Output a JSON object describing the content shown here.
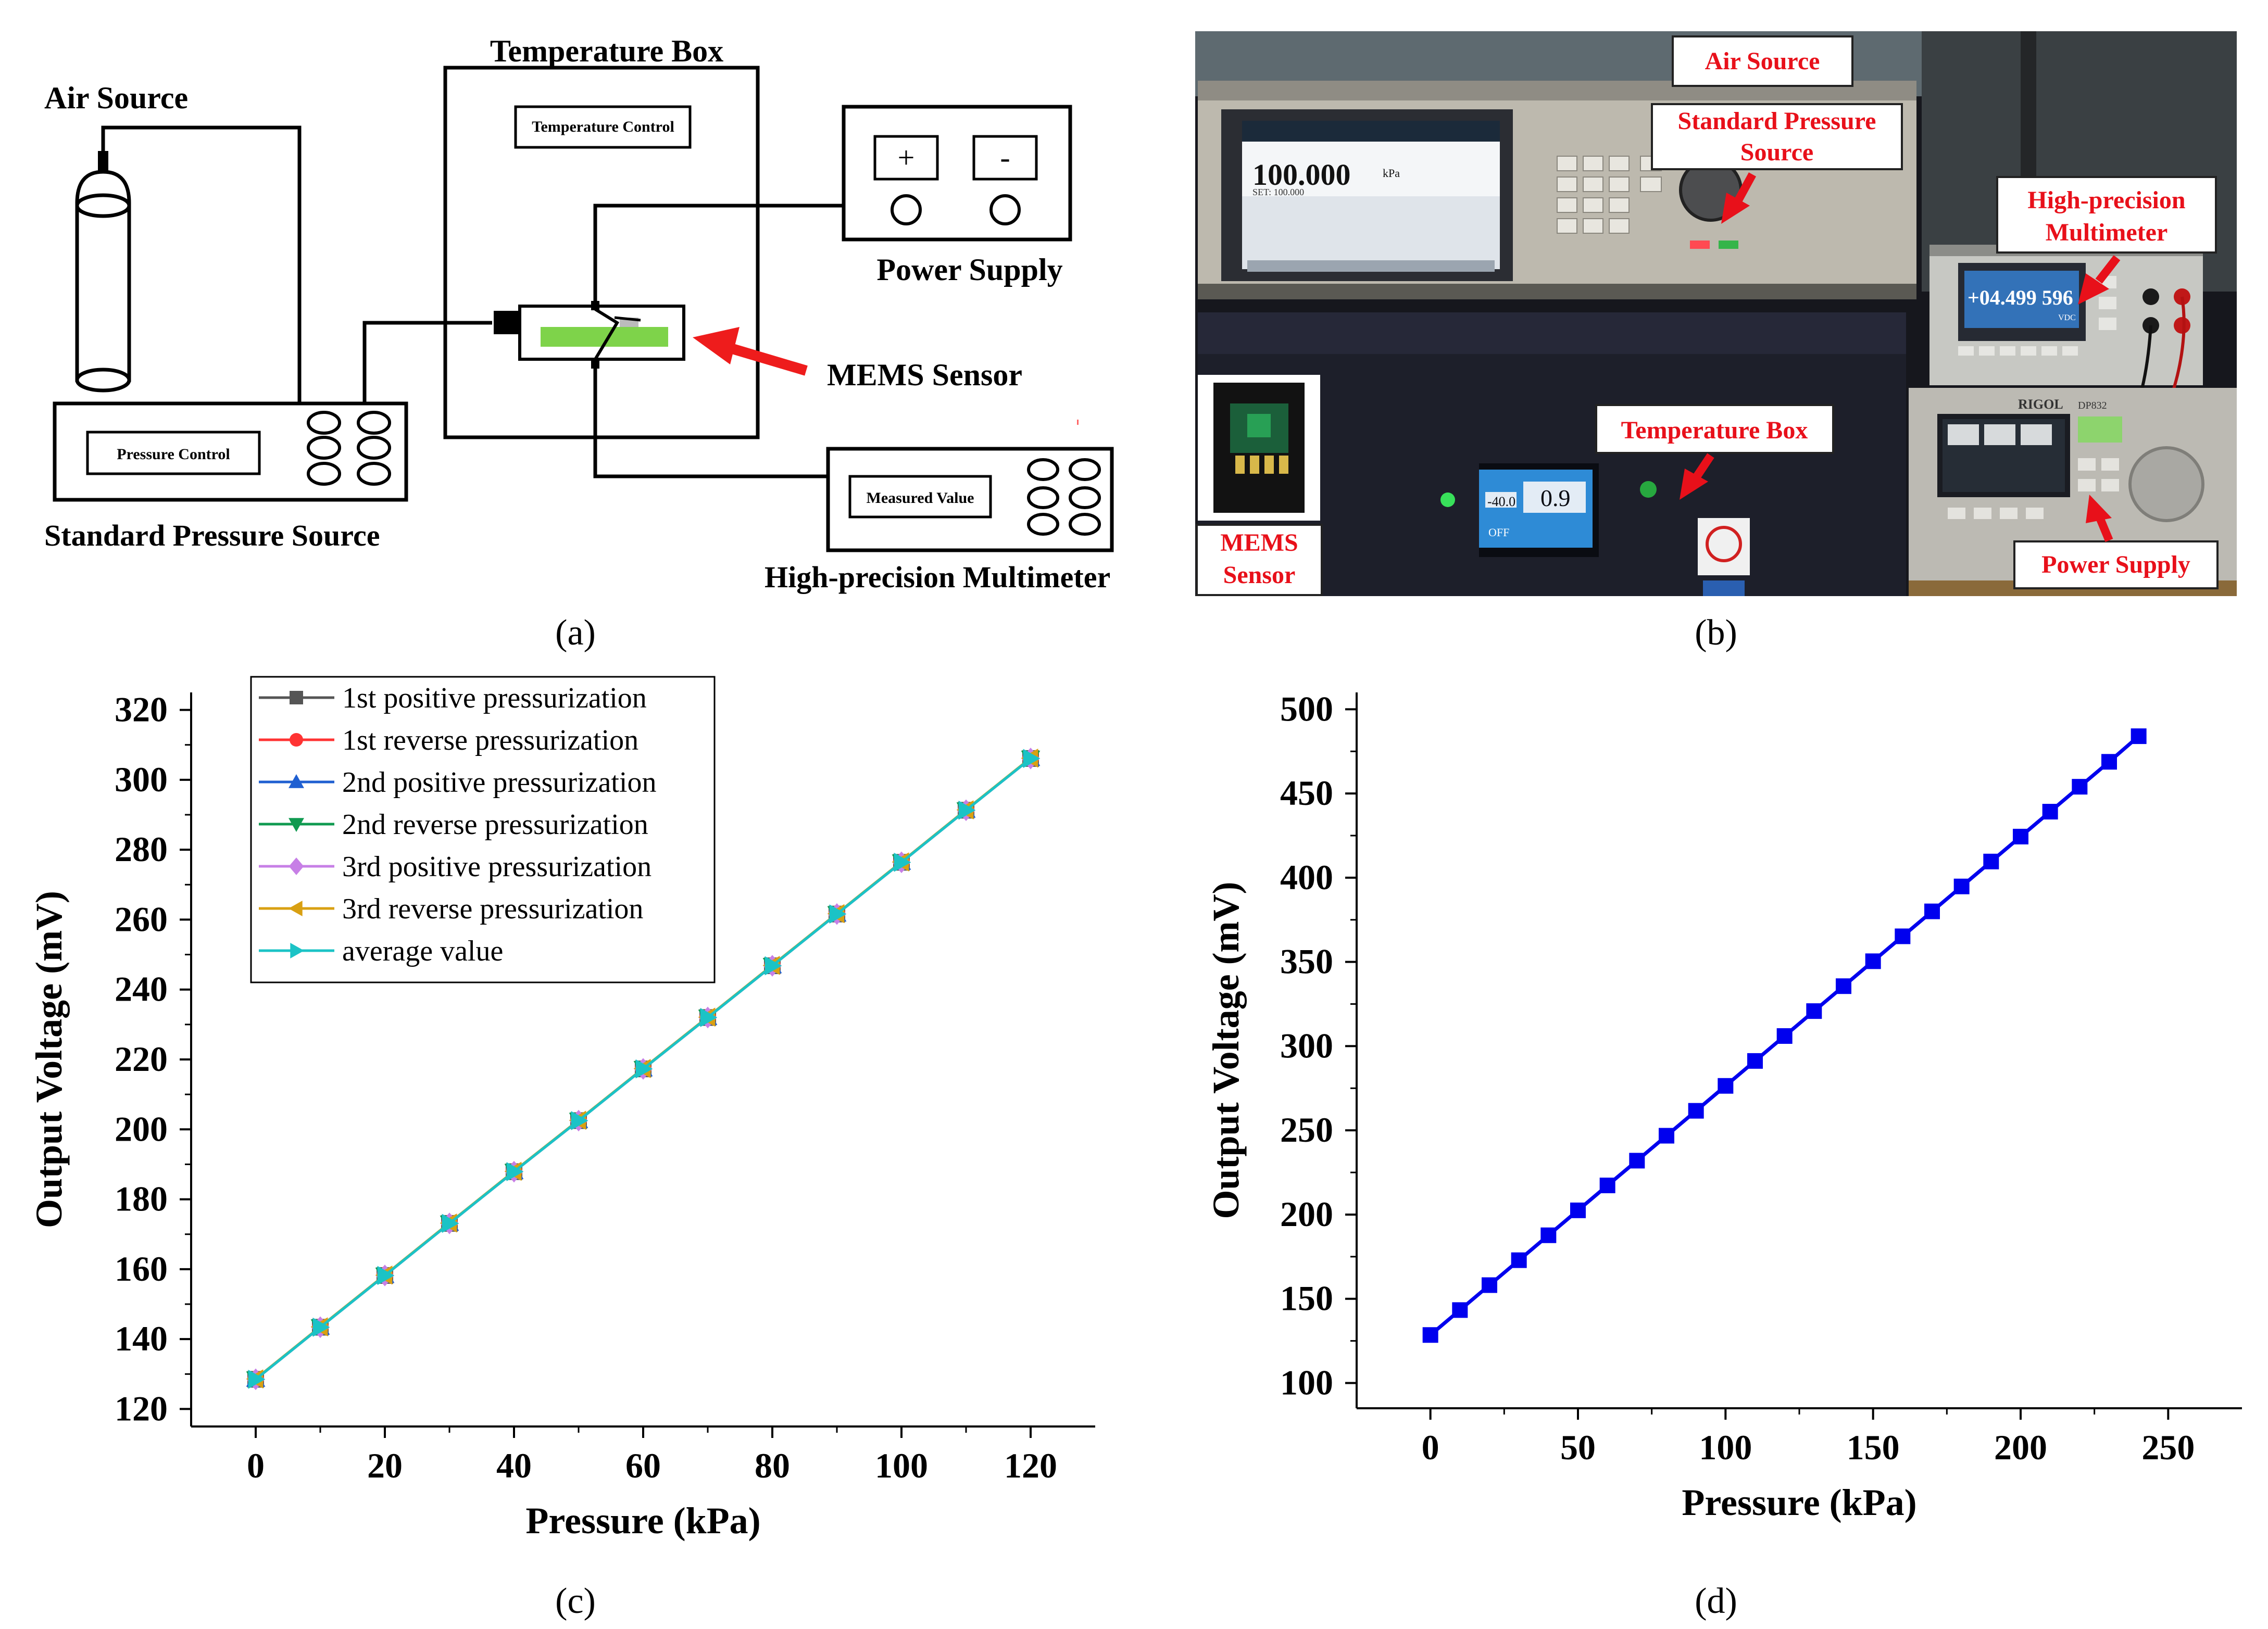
{
  "panel_labels": {
    "a": "(a)",
    "b": "(b)",
    "c": "(c)",
    "d": "(d)"
  },
  "schematic": {
    "air_source": "Air Source",
    "temperature_box": "Temperature Box",
    "temperature_control": "Temperature Control",
    "power_supply": "Power Supply",
    "plus_sign": "+",
    "minus_sign": "-",
    "mems_sensor": "MEMS Sensor",
    "pressure_control": "Pressure Control",
    "standard_pressure_source": "Standard Pressure Source",
    "measured_value": "Measured Value",
    "multimeter": "High-precision Multimeter"
  },
  "photo": {
    "labels": {
      "air_source": "Air Source",
      "standard_pressure_source_1": "Standard Pressure",
      "standard_pressure_source_2": "Source",
      "multimeter_1": "High-precision",
      "multimeter_2": "Multimeter",
      "temperature_box": "Temperature Box",
      "mems_1": "MEMS",
      "mems_2": "Sensor",
      "power_supply": "Power Supply"
    },
    "screen_texts": {
      "pressure_readout": "100.000",
      "pressure_unit": "kPa",
      "pressure_sub": "SET: 100.000",
      "multimeter_readout": "+04.499 596",
      "multimeter_unit": "VDC",
      "temp_box_readout_1": "-40.0",
      "temp_box_readout_2": "0.9",
      "temp_box_off": "OFF",
      "psu_brand": "RIGOL",
      "psu_model": "DP832"
    },
    "colors": {
      "label_text": "#e8101a",
      "arrow": "#e8101a"
    }
  },
  "chart_data": [
    {
      "id": "c",
      "type": "line",
      "title": "",
      "xlabel": "Pressure (kPa)",
      "ylabel": "Output Voltage (mV)",
      "xlim": [
        -10,
        130
      ],
      "ylim": [
        115,
        325
      ],
      "xticks": [
        0,
        20,
        40,
        60,
        80,
        100,
        120
      ],
      "yticks": [
        120,
        140,
        160,
        180,
        200,
        220,
        240,
        260,
        280,
        300,
        320
      ],
      "x": [
        0,
        10,
        20,
        30,
        40,
        50,
        60,
        70,
        80,
        90,
        100,
        110,
        120
      ],
      "legend_position": "top-left",
      "grid": false,
      "series": [
        {
          "name": "1st positive pressurization",
          "color": "#555555",
          "marker": "square",
          "values": [
            128.5,
            143.4,
            158.2,
            173.1,
            187.9,
            202.5,
            217.3,
            232.0,
            246.8,
            261.6,
            276.4,
            291.3,
            306.1
          ]
        },
        {
          "name": "1st reverse pressurization",
          "color": "#ff3333",
          "marker": "circle",
          "values": [
            128.6,
            143.5,
            158.3,
            173.2,
            188.0,
            202.6,
            217.4,
            232.1,
            246.9,
            261.7,
            276.5,
            291.4,
            306.1
          ]
        },
        {
          "name": "2nd positive pressurization",
          "color": "#1f5fd1",
          "marker": "triangle-up",
          "values": [
            128.5,
            143.4,
            158.2,
            173.1,
            187.9,
            202.5,
            217.3,
            232.0,
            246.8,
            261.6,
            276.4,
            291.3,
            306.1
          ]
        },
        {
          "name": "2nd reverse pressurization",
          "color": "#109a50",
          "marker": "triangle-down",
          "values": [
            128.6,
            143.5,
            158.3,
            173.2,
            188.0,
            202.6,
            217.4,
            232.1,
            246.9,
            261.7,
            276.5,
            291.4,
            306.2
          ]
        },
        {
          "name": "3rd positive pressurization",
          "color": "#c77fe6",
          "marker": "diamond",
          "values": [
            128.5,
            143.4,
            158.2,
            173.1,
            187.9,
            202.5,
            217.3,
            232.0,
            246.8,
            261.6,
            276.4,
            291.3,
            306.1
          ]
        },
        {
          "name": "3rd reverse pressurization",
          "color": "#d9a012",
          "marker": "triangle-left",
          "values": [
            128.6,
            143.5,
            158.3,
            173.2,
            188.0,
            202.6,
            217.4,
            232.1,
            246.9,
            261.7,
            276.5,
            291.4,
            306.2
          ]
        },
        {
          "name": "average value",
          "color": "#1bc3c6",
          "marker": "triangle-right",
          "values": [
            128.5,
            143.4,
            158.2,
            173.1,
            187.9,
            202.5,
            217.3,
            232.0,
            246.8,
            261.6,
            276.4,
            291.3,
            306.1
          ]
        }
      ]
    },
    {
      "id": "d",
      "type": "line",
      "title": "",
      "xlabel": "Pressure (kPa)",
      "ylabel": "Output Voltage (mV)",
      "xlim": [
        -25,
        275
      ],
      "ylim": [
        85,
        510
      ],
      "xticks": [
        0,
        50,
        100,
        150,
        200,
        250
      ],
      "yticks": [
        100,
        150,
        200,
        250,
        300,
        350,
        400,
        450,
        500
      ],
      "x": [
        0,
        10,
        20,
        30,
        40,
        50,
        60,
        70,
        80,
        90,
        100,
        110,
        120,
        130,
        140,
        150,
        160,
        170,
        180,
        190,
        200,
        210,
        220,
        230,
        240
      ],
      "grid": false,
      "series": [
        {
          "color": "#0000ee",
          "marker": "square",
          "values": [
            128.5,
            143.3,
            158.1,
            172.9,
            187.7,
            202.5,
            217.3,
            232.0,
            246.8,
            261.6,
            276.4,
            291.2,
            306.0,
            320.8,
            335.6,
            350.4,
            365.2,
            380.0,
            394.8,
            409.6,
            424.4,
            439.2,
            454.0,
            468.8,
            484.0
          ]
        }
      ]
    }
  ]
}
